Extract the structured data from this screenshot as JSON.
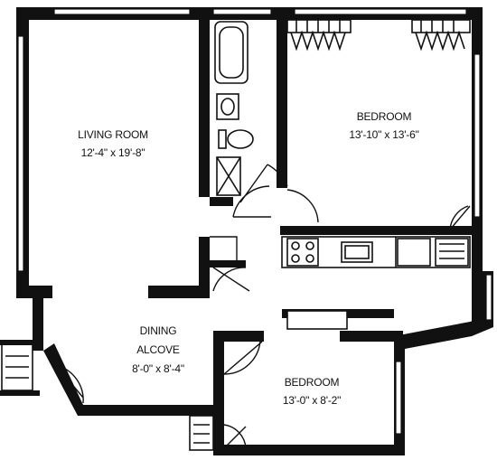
{
  "rooms": {
    "living_room": {
      "name": "LIVING ROOM",
      "dims": "12'-4\" x 19'-8\""
    },
    "bedroom_main": {
      "name": "BEDROOM",
      "dims": "13'-10\" x 13'-6\""
    },
    "dining": {
      "name_line1": "DINING",
      "name_line2": "ALCOVE",
      "dims": "8'-0\" x 8'-4\""
    },
    "bedroom_small": {
      "name": "BEDROOM",
      "dims": "13'-0\" x 8'-2\""
    }
  }
}
